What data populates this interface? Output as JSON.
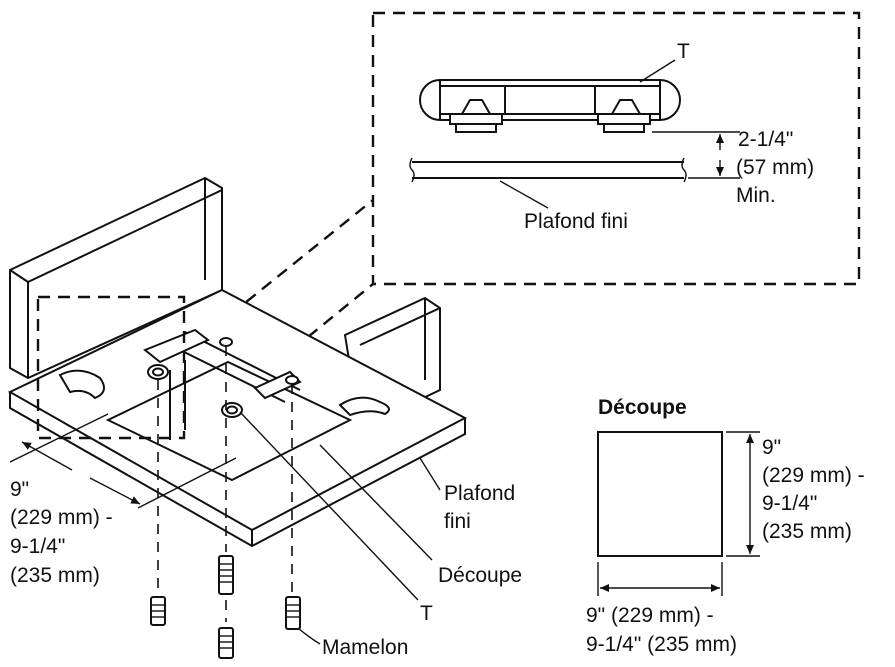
{
  "detail": {
    "tee_label": "T",
    "clearance_line1": "2-1/4\"",
    "clearance_line2": "(57 mm)",
    "clearance_line3": "Min.",
    "ceiling_label": "Plafond fini"
  },
  "main": {
    "dim_line1": "9\"",
    "dim_line2": "(229 mm) -",
    "dim_line3": "9-1/4\"",
    "dim_line4": "(235 mm)",
    "ceiling_line1": "Plafond",
    "ceiling_line2": "fini",
    "cutout_label": "Découpe",
    "tee_label": "T",
    "nipple_label": "Mamelon"
  },
  "cutout": {
    "title": "Découpe",
    "height_line1": "9\"",
    "height_line2": "(229 mm) -",
    "height_line3": "9-1/4\"",
    "height_line4": "(235 mm)",
    "width_line1": "9\" (229 mm) -",
    "width_line2": "9-1/4\" (235 mm)"
  }
}
